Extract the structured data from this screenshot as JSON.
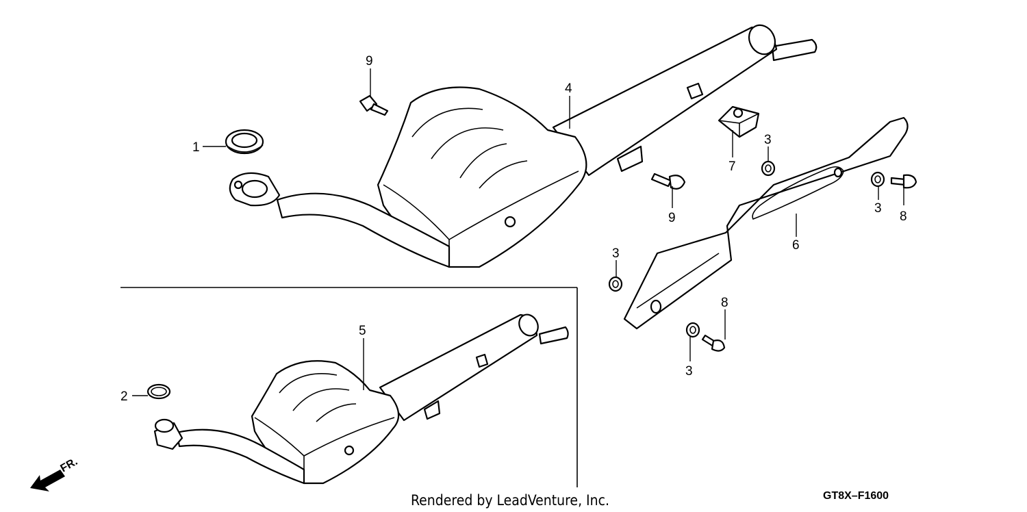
{
  "callouts": {
    "c1": "1",
    "c2": "2",
    "c3a": "3",
    "c3b": "3",
    "c3c": "3",
    "c3d": "3",
    "c4": "4",
    "c5": "5",
    "c6": "6",
    "c7": "7",
    "c8a": "8",
    "c8b": "8",
    "c9a": "9",
    "c9b": "9"
  },
  "direction_label": "FR.",
  "credit": "Rendered by LeadVenture, Inc.",
  "diagram_code": "GT8X–F1600",
  "colors": {
    "line": "#000000",
    "background": "#ffffff"
  }
}
